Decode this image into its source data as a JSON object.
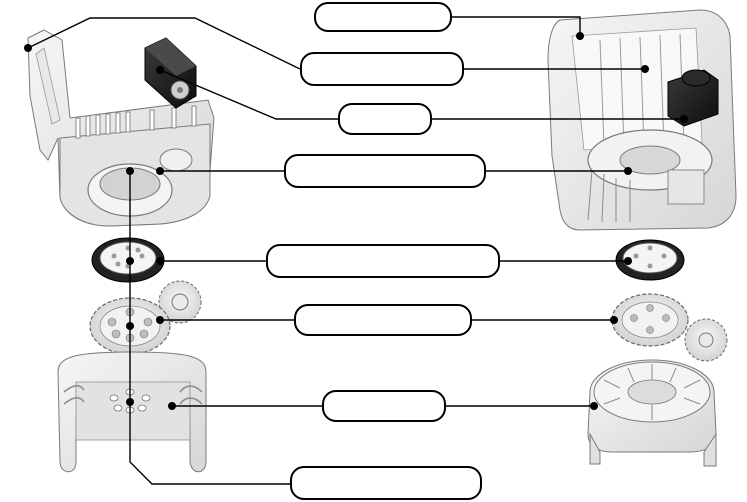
{
  "diagram": {
    "labels": [
      {
        "id": "label-1",
        "text": ""
      },
      {
        "id": "label-2",
        "text": ""
      },
      {
        "id": "label-3",
        "text": ""
      },
      {
        "id": "label-4",
        "text": ""
      },
      {
        "id": "label-5",
        "text": ""
      },
      {
        "id": "label-6",
        "text": ""
      },
      {
        "id": "label-7",
        "text": ""
      },
      {
        "id": "label-8",
        "text": ""
      }
    ]
  },
  "colors": {
    "part_fill": "#f1f1f1",
    "part_shade": "#d9d9d9",
    "part_stroke": "#7a7a7a",
    "motor": "#1a1a1a",
    "leader_line": "#000000"
  }
}
